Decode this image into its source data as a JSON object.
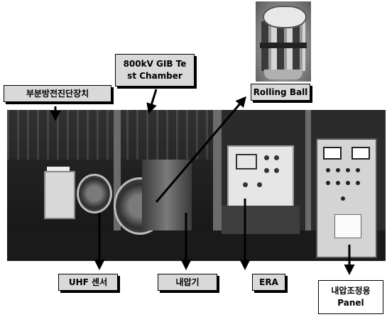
{
  "labels": {
    "partial_discharge": "부분방전진단장치",
    "test_chamber": "800kV GIB Te\nst Chamber",
    "rolling_ball": "Rolling Ball",
    "uhf_sensor": "UHF 센서",
    "transformer": "내압기",
    "era": "ERA",
    "panel": "내압조정용\nPanel"
  }
}
